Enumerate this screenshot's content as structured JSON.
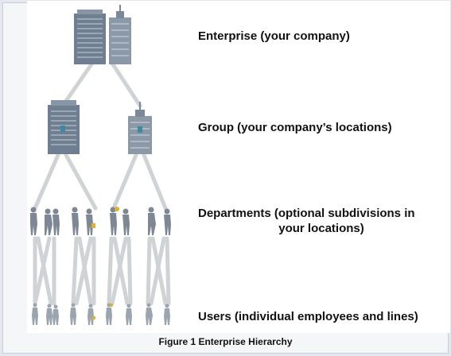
{
  "levels": {
    "enterprise": "Enterprise (your company)",
    "group": "Group (your company’s locations)",
    "departments_line1": "Departments (optional subdivisions in",
    "departments_line2": "your locations)",
    "users": "Users (individual employees and lines)"
  },
  "caption": "Figure 1 Enterprise Hierarchy",
  "colors": {
    "line": "#cfd3d6",
    "building": "#6f7e90",
    "building_light": "#9aa6b4",
    "person": "#7d8894",
    "accent": "#e0b032"
  }
}
